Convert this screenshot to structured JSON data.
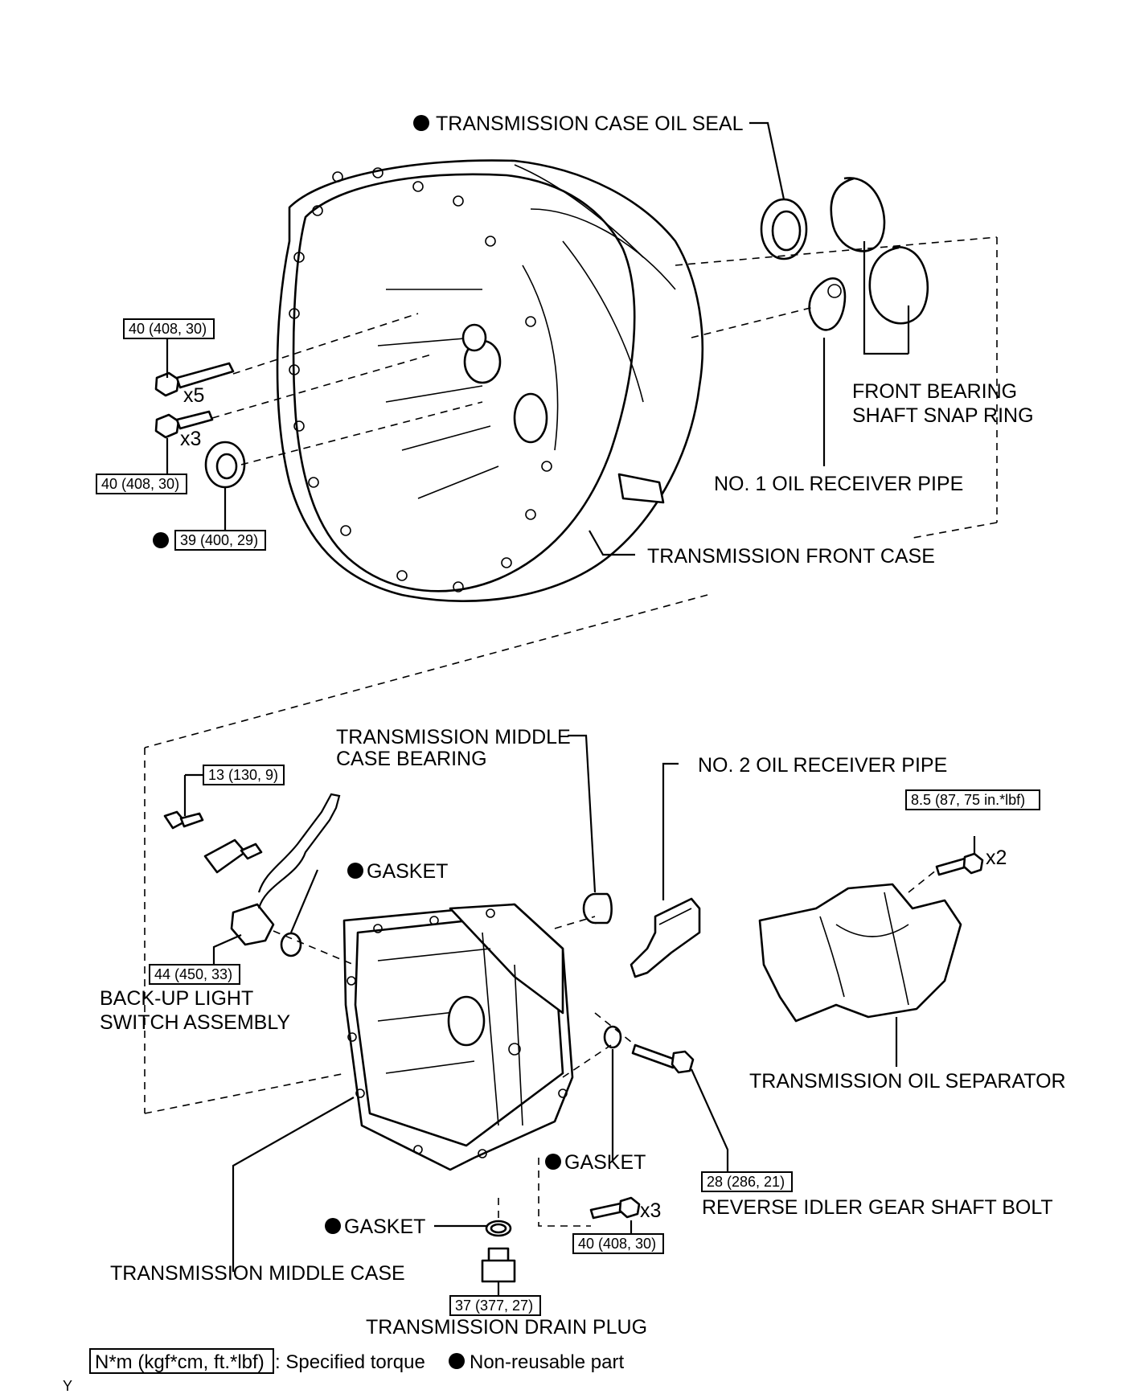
{
  "labels": {
    "case_oil_seal": "TRANSMISSION CASE OIL SEAL",
    "snap_ring_1": "FRONT BEARING",
    "snap_ring_2": "SHAFT SNAP RING",
    "oil_receiver_pipe_1": "NO. 1 OIL RECEIVER PIPE",
    "front_case": "TRANSMISSION FRONT CASE",
    "middle_case_bearing_1": "TRANSMISSION MIDDLE",
    "middle_case_bearing_2": "CASE BEARING",
    "oil_receiver_pipe_2": "NO. 2 OIL RECEIVER PIPE",
    "gasket_switch": "GASKET",
    "backup_switch_1": "BACK-UP LIGHT",
    "backup_switch_2": "SWITCH ASSEMBLY",
    "oil_separator": "TRANSMISSION OIL SEPARATOR",
    "gasket_idler": "GASKET",
    "idler_bolt": "REVERSE IDLER GEAR SHAFT BOLT",
    "gasket_drain": "GASKET",
    "middle_case": "TRANSMISSION MIDDLE CASE",
    "drain_plug": "TRANSMISSION DRAIN PLUG"
  },
  "torques": {
    "t_front_x5": "40 (408, 30)",
    "t_front_x3": "40 (408, 30)",
    "t_plug": "39 (400, 29)",
    "t_switch_bolt": "13 (130, 9)",
    "t_switch": "44 (450, 33)",
    "t_separator": "8.5 (87, 75 in.*lbf)",
    "t_idler": "28 (286, 21)",
    "t_middle_x3": "40 (408, 30)",
    "t_drain": "37 (377, 27)"
  },
  "quantities": {
    "q_x5": "x5",
    "q_x3_front": "x3",
    "q_x2": "x2",
    "q_x3_middle": "x3"
  },
  "legend": {
    "torque_unit": "N*m (kgf*cm, ft.*lbf)",
    "torque_desc": ": Specified torque",
    "nonreusable": "Non-reusable part"
  },
  "corner_code": "Y"
}
